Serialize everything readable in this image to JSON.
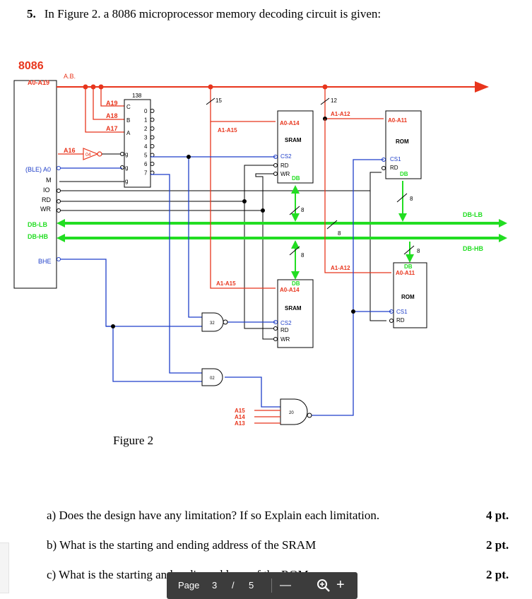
{
  "question": {
    "number": "5.",
    "text": "In Figure 2. a 8086 microprocessor memory decoding circuit is given:"
  },
  "circuit": {
    "cpu_label": "8086",
    "ab_label": "A.B.",
    "cpu_pins": {
      "a0_a19": "A0-A19",
      "ble": "(BLE) A0",
      "m": "M",
      "io": "IO",
      "rd": "RD",
      "wr": "WR",
      "db_lb": "DB-LB",
      "db_hb": "DB-HB",
      "bhe": "BHE"
    },
    "decoder": {
      "label": "138",
      "in_c": "C",
      "in_b": "B",
      "in_a": "A",
      "addr_c": "A19",
      "addr_b": "A18",
      "addr_a": "A17",
      "gate_a16": "A16",
      "inverter": "04",
      "g": "g",
      "outputs": [
        "0",
        "1",
        "2",
        "3",
        "4",
        "5",
        "6",
        "7"
      ]
    },
    "bus_widths": {
      "b15": "15",
      "b12": "12",
      "b8": "8"
    },
    "sram_top": {
      "addr": "A0-A14",
      "title": "SRAM",
      "cs": "CS2",
      "rd": "RD",
      "wr": "WR",
      "db": "DB",
      "bus": "A1-A15"
    },
    "sram_bottom": {
      "addr": "A0-A14",
      "title": "SRAM",
      "cs": "CS2",
      "rd": "RD",
      "wr": "WR",
      "db": "DB",
      "bus": "A1-A15"
    },
    "rom_top": {
      "addr": "A0-A11",
      "title": "ROM",
      "cs": "CS1",
      "rd": "RD",
      "db": "DB",
      "bus": "A1-A12"
    },
    "rom_bottom": {
      "addr": "A0-A11",
      "title": "ROM",
      "cs": "CS1",
      "rd": "RD",
      "db": "DB",
      "bus": "A1-A12"
    },
    "db_lb_right": "DB-LB",
    "db_hb_right": "DB-HB",
    "gates": {
      "g32": "32",
      "g02": "02",
      "g20": "20"
    },
    "nand_inputs": {
      "a15": "A15",
      "a14": "A14",
      "a13": "A13"
    }
  },
  "figure_caption": "Figure 2",
  "subquestions": [
    {
      "text": "a) Does the design have any limitation? If so Explain each limitation.",
      "points": "4 pt."
    },
    {
      "text": "b) What is the starting and ending address of the SRAM",
      "points": "2 pt."
    },
    {
      "text": "c) What is the starting and ending address of the ROM",
      "points": "2 pt."
    }
  ],
  "pager": {
    "label": "Page",
    "current": "3",
    "slash": "/",
    "total": "5",
    "minus": "—",
    "plus": "+"
  },
  "colors": {
    "red": "#e8351c",
    "blue": "#1f3fc9",
    "green": "#22dd22",
    "black": "#000000"
  }
}
